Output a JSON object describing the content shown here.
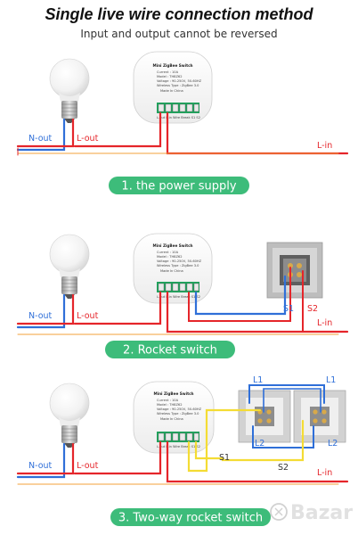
{
  "header": {
    "title": "Single live wire connection method",
    "subtitle": "Input and output cannot be reversed"
  },
  "module": {
    "name": "Mini ZigBee Switch",
    "spec_lines": [
      "Current : 10A",
      "Model : TH8Z62",
      "Voltage : 90-250V, 50-60HZ",
      "Wireless Type : ZigBee 3.0"
    ],
    "made_in": "Made In China",
    "terminal_labels": "L-out  L-in  Wire Break  S1  S2"
  },
  "sections": [
    {
      "banner": "1. the power supply",
      "n_out": "N-out",
      "l_out": "L-out",
      "l_in": "L-in"
    },
    {
      "banner": "2. Rocket switch",
      "n_out": "N-out",
      "l_out": "L-out",
      "l_in": "L-in",
      "s1": "S1",
      "s2": "S2"
    },
    {
      "banner": "3. Two-way rocket switch",
      "n_out": "N-out",
      "l_out": "L-out",
      "l_in": "L-in",
      "s1": "S1",
      "s2": "S2",
      "l1": "L1",
      "l2": "L2"
    }
  ],
  "watermark": "Bazar",
  "colors": {
    "red_wire": "#e5252a",
    "blue_wire": "#2f6fd8",
    "yellow_wire": "#f4dc34",
    "orange_wire": "#f3a13a",
    "banner_green": "#3dbc7a",
    "module_green": "#1ea35c"
  }
}
